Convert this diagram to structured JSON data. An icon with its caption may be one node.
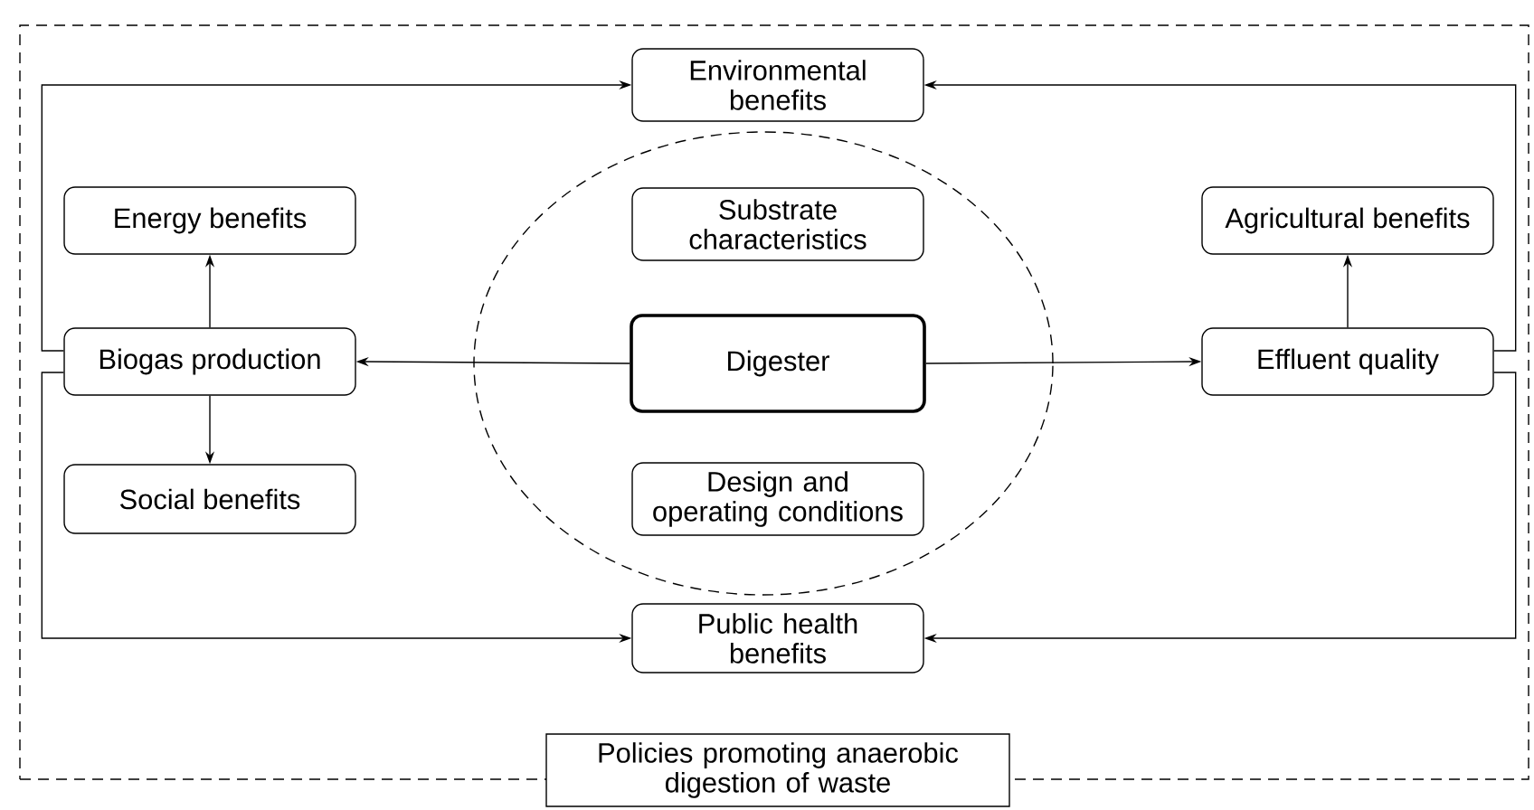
{
  "diagram": {
    "nodes": [
      {
        "text": [
          "Policies promoting anaerobic digestion of waste"
        ]
      },
      {
        "text": [
          "Environmental benefits"
        ],
        "in": 0
      },
      {
        "text": [],
        "shape": "ellipse",
        "in": 0
      },
      {
        "text": [
          "Energy benefits"
        ],
        "in": 0
      },
      {
        "text": [
          "Substrate characteristics"
        ],
        "in": 2
      },
      {
        "text": [
          "Agricultural benefits"
        ],
        "in": 0
      },
      {
        "text": [
          "Biogas production"
        ],
        "in": 0
      },
      {
        "text": [
          "Digester"
        ],
        "in": 2
      },
      {
        "text": [
          "Effluent quality"
        ],
        "in": 0
      },
      {
        "text": [
          "Social benefits"
        ],
        "in": 0
      },
      {
        "text": [
          "Design and operating conditions"
        ],
        "in": 2
      },
      {
        "text": [
          "Public health benefits"
        ],
        "in": 0
      }
    ],
    "edges": [
      {
        "from": 7,
        "to": 6,
        "arrow": "to"
      },
      {
        "from": 7,
        "to": 8,
        "arrow": "to"
      },
      {
        "from": 6,
        "to": 3,
        "arrow": "to"
      },
      {
        "from": 6,
        "to": 9,
        "arrow": "to"
      },
      {
        "from": 8,
        "to": 5,
        "arrow": "to"
      },
      {
        "from": 6,
        "to": 1,
        "arrow": "to"
      },
      {
        "from": 6,
        "to": 11,
        "arrow": "to"
      },
      {
        "from": 8,
        "to": 1,
        "arrow": "to"
      },
      {
        "from": 8,
        "to": 11,
        "arrow": "to"
      }
    ]
  }
}
